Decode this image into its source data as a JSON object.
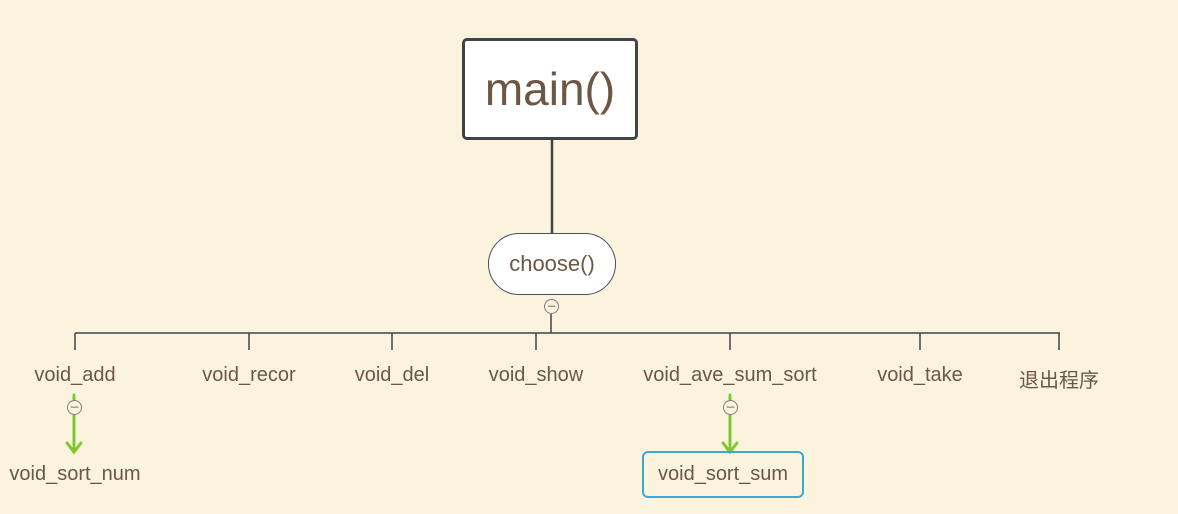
{
  "root": {
    "label": "main()"
  },
  "dispatcher": {
    "label": "choose()"
  },
  "branches": [
    {
      "label": "void_add"
    },
    {
      "label": "void_recor"
    },
    {
      "label": "void_del"
    },
    {
      "label": "void_show"
    },
    {
      "label": "void_ave_sum_sort"
    },
    {
      "label": "void_take"
    },
    {
      "label": "退出程序"
    }
  ],
  "sub_nodes": [
    {
      "label": "void_sort_num",
      "parent": "void_add"
    },
    {
      "label": "void_sort_sum",
      "parent": "void_ave_sum_sort",
      "selected": true
    }
  ],
  "collapse_symbol": "−",
  "colors": {
    "background": "#fbf3dd",
    "text": "#6b5744",
    "connector": "#3e4448",
    "arrow": "#7dc832",
    "selection": "#3aa9d9"
  }
}
